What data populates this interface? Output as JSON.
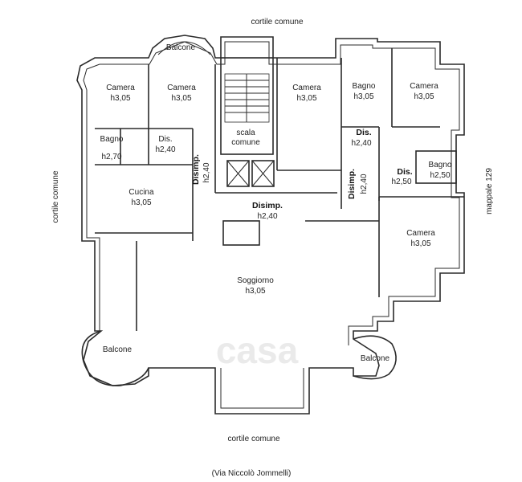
{
  "labels": {
    "cortile_top": "cortile comune",
    "cortile_bottom": "cortile comune",
    "cortile_left": "cortile comune",
    "mappale_right": "mappale 129",
    "street": "(Via Niccolò Jommelli)",
    "balcone_top": "Balcone",
    "camera1_name": "Camera",
    "camera1_h": "h3,05",
    "camera2_name": "Camera",
    "camera2_h": "h3,05",
    "camera3_name": "Camera",
    "camera3_h": "h3,05",
    "bagno1_name": "Bagno",
    "bagno1_h": "h3,05",
    "camera4_name": "Camera",
    "camera4_h": "h3,05",
    "bagno2_name": "Bagno",
    "bagno2_h": "h2,70",
    "dis1_name": "Dis.",
    "dis1_h": "h2,40",
    "scala_1": "scala",
    "scala_2": "comune",
    "dis2_name": "Dis.",
    "dis2_h": "h2,40",
    "disimp_v1_name": "Disimp.",
    "disimp_v1_h": "h2,40",
    "dis3_name": "Dis.",
    "dis3_h": "h2,50",
    "bagno3_name": "Bagno",
    "bagno3_h": "h2,50",
    "cucina_name": "Cucina",
    "cucina_h": "h3,05",
    "disimp_c_name": "Disimp.",
    "disimp_c_h": "h2,40",
    "disimp_v2_name": "Disimp.",
    "disimp_v2_h": "h2,40",
    "camera5_name": "Camera",
    "camera5_h": "h3,05",
    "soggiorno_name": "Soggiorno",
    "soggiorno_h": "h3,05",
    "balcone_left": "Balcone",
    "balcone_right": "Balcone",
    "watermark": "casa"
  }
}
